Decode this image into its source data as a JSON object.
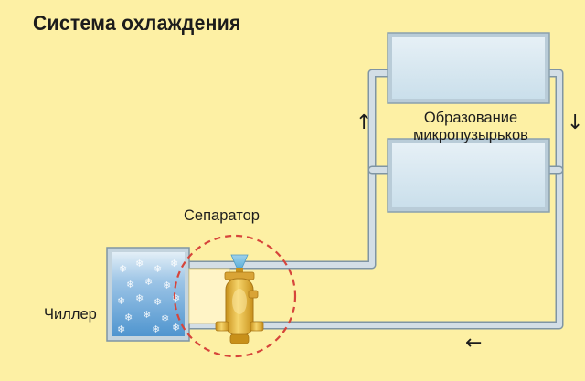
{
  "title": "Система  охлаждения",
  "labels": {
    "separator": "Сепаратор",
    "chiller": "Чиллер",
    "microbubbles_line1": "Образование",
    "microbubbles_line2": "микропузырьков"
  },
  "arrows": {
    "up": "↑",
    "down": "↓",
    "left": "←"
  },
  "colors": {
    "background": "#fdf0a4",
    "pipe": "#c9d6df",
    "pipe_outline": "#8aa0ae",
    "tank": "#d7e7f0",
    "chiller_water": "#6aa8d8",
    "separator_body": "#e8b52a",
    "separator_highlight": "#f3d47a",
    "dashed_circle": "#d6453b"
  }
}
